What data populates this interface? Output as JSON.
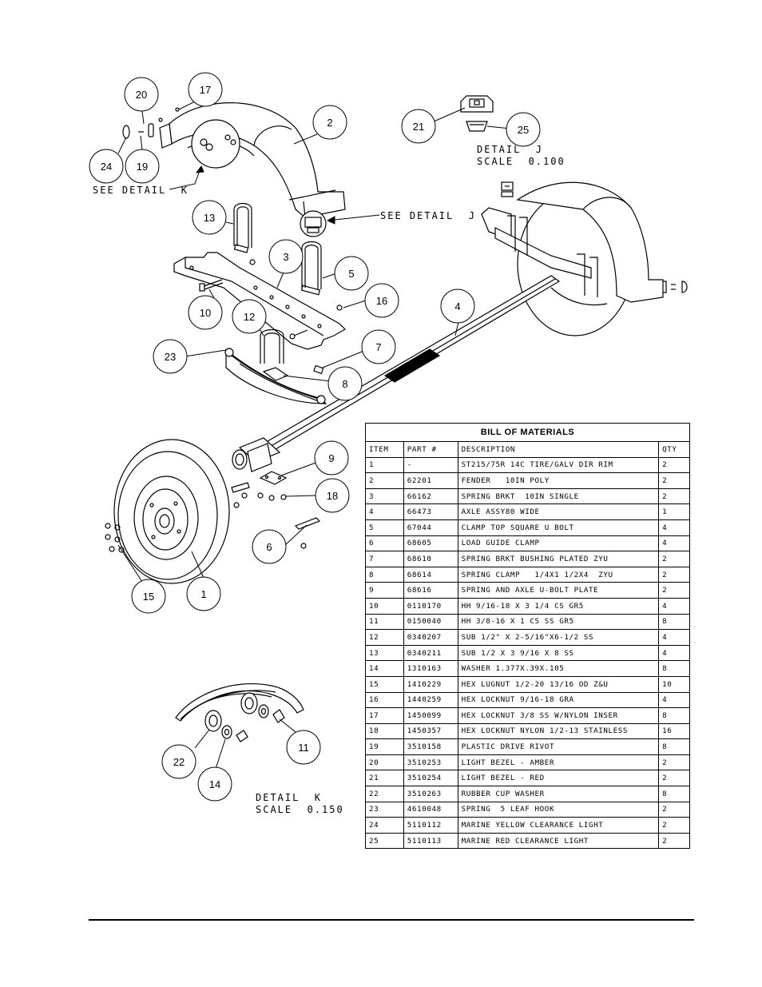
{
  "callouts": [
    {
      "id": "c20",
      "label": "20"
    },
    {
      "id": "c17",
      "label": "17"
    },
    {
      "id": "c2",
      "label": "2"
    },
    {
      "id": "c24",
      "label": "24"
    },
    {
      "id": "c19",
      "label": "19"
    },
    {
      "id": "c21",
      "label": "21"
    },
    {
      "id": "c25",
      "label": "25"
    },
    {
      "id": "c13",
      "label": "13"
    },
    {
      "id": "c3",
      "label": "3"
    },
    {
      "id": "c5",
      "label": "5"
    },
    {
      "id": "c10",
      "label": "10"
    },
    {
      "id": "c16",
      "label": "16"
    },
    {
      "id": "c4",
      "label": "4"
    },
    {
      "id": "c12",
      "label": "12"
    },
    {
      "id": "c7",
      "label": "7"
    },
    {
      "id": "c23",
      "label": "23"
    },
    {
      "id": "c8",
      "label": "8"
    },
    {
      "id": "c9",
      "label": "9"
    },
    {
      "id": "c18",
      "label": "18"
    },
    {
      "id": "c6",
      "label": "6"
    },
    {
      "id": "c15",
      "label": "15"
    },
    {
      "id": "c1",
      "label": "1"
    },
    {
      "id": "c11",
      "label": "11"
    },
    {
      "id": "c22",
      "label": "22"
    },
    {
      "id": "c14",
      "label": "14"
    }
  ],
  "notes": {
    "see_detail_k": "SEE DETAIL  K",
    "see_detail_j": "SEE DETAIL  J",
    "detail_j_title": "DETAIL  J",
    "detail_j_scale": "SCALE  0.100",
    "detail_k_title": "DETAIL  K",
    "detail_k_scale": "SCALE  0.150"
  },
  "bom": {
    "title": "BILL OF MATERIALS",
    "headers": [
      "ITEM",
      "PART #",
      "DESCRIPTION",
      "QTY"
    ],
    "rows": [
      [
        "1",
        "-",
        "ST215/75R 14C TIRE/GALV DIR RIM",
        "2"
      ],
      [
        "2",
        "62201",
        "FENDER   10IN POLY",
        "2"
      ],
      [
        "3",
        "66162",
        "SPRING BRKT  10IN SINGLE",
        "2"
      ],
      [
        "4",
        "66473",
        "AXLE ASSY80 WIDE",
        "1"
      ],
      [
        "5",
        "67044",
        "CLAMP TOP SQUARE U BOLT",
        "4"
      ],
      [
        "6",
        "68605",
        "LOAD GUIDE CLAMP",
        "4"
      ],
      [
        "7",
        "68610",
        "SPRING BRKT BUSHING PLATED ZYU",
        "2"
      ],
      [
        "8",
        "68614",
        "SPRING CLAMP   1/4X1 1/2X4  ZYU",
        "2"
      ],
      [
        "9",
        "68616",
        "SPRING AND AXLE U-BOLT PLATE",
        "2"
      ],
      [
        "10",
        "0110170",
        "HH 9/16-18 X 3 1/4 CS GR5",
        "4"
      ],
      [
        "11",
        "0150040",
        "HH 3/8-16 X 1 CS SS GR5",
        "8"
      ],
      [
        "12",
        "0340207",
        "SUB 1/2\" X 2-5/16\"X6-1/2 SS",
        "4"
      ],
      [
        "13",
        "0340211",
        "SUB 1/2 X 3 9/16 X 8 SS",
        "4"
      ],
      [
        "14",
        "1310163",
        "WASHER 1.377X.39X.105",
        "8"
      ],
      [
        "15",
        "1410229",
        "HEX LUGNUT 1/2-20 13/16 OD Z&U",
        "10"
      ],
      [
        "16",
        "1440259",
        "HEX LOCKNUT 9/16-18 GRA",
        "4"
      ],
      [
        "17",
        "1450099",
        "HEX LOCKNUT 3/8 SS W/NYLON INSER",
        "8"
      ],
      [
        "18",
        "1450357",
        "HEX LOCKNUT NYLON 1/2-13 STAINLESS",
        "16"
      ],
      [
        "19",
        "3510158",
        "PLASTIC DRIVE RIVOT",
        "8"
      ],
      [
        "20",
        "3510253",
        "LIGHT BEZEL - AMBER",
        "2"
      ],
      [
        "21",
        "3510254",
        "LIGHT BEZEL - RED",
        "2"
      ],
      [
        "22",
        "3510263",
        "RUBBER CUP WASHER",
        "8"
      ],
      [
        "23",
        "4610048",
        "SPRING  5 LEAF HOOK",
        "2"
      ],
      [
        "24",
        "5110112",
        "MARINE YELLOW CLEARANCE LIGHT",
        "2"
      ],
      [
        "25",
        "5110113",
        "MARINE RED CLEARANCE LIGHT",
        "2"
      ]
    ]
  }
}
